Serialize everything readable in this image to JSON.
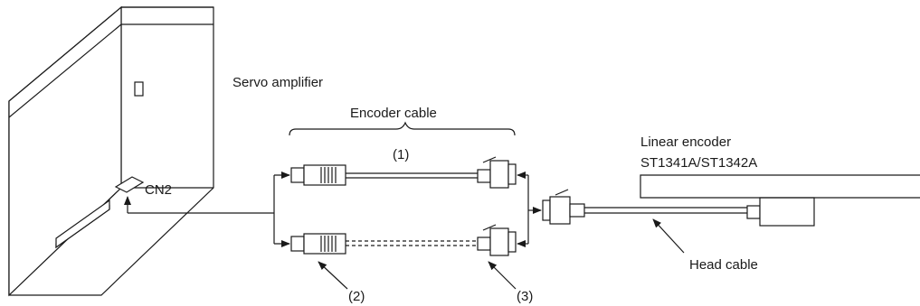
{
  "labels": {
    "servo_amplifier": "Servo amplifier",
    "cn2": "CN2",
    "encoder_cable": "Encoder cable",
    "item_1": "(1)",
    "item_2": "(2)",
    "item_3": "(3)",
    "linear_encoder": "Linear encoder",
    "encoder_model": "ST1341A/ST1342A",
    "head_cable": "Head cable"
  }
}
